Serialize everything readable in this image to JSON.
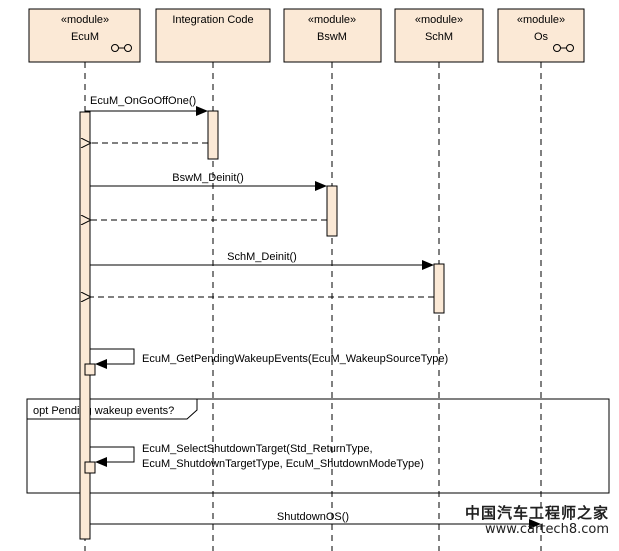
{
  "lifelines": [
    {
      "stereotype": "«module»",
      "name": "EcuM",
      "component_icon": true
    },
    {
      "stereotype": "",
      "name": "Integration Code",
      "component_icon": false
    },
    {
      "stereotype": "«module»",
      "name": "BswM",
      "component_icon": false
    },
    {
      "stereotype": "«module»",
      "name": "SchM",
      "component_icon": false
    },
    {
      "stereotype": "«module»",
      "name": "Os",
      "component_icon": true
    }
  ],
  "messages": [
    {
      "label": "EcuM_OnGoOffOne()",
      "from": "EcuM",
      "to": "Integration Code",
      "kind": "call"
    },
    {
      "label": "",
      "from": "Integration Code",
      "to": "EcuM",
      "kind": "return"
    },
    {
      "label": "BswM_Deinit()",
      "from": "EcuM",
      "to": "BswM",
      "kind": "call"
    },
    {
      "label": "",
      "from": "BswM",
      "to": "EcuM",
      "kind": "return"
    },
    {
      "label": "SchM_Deinit()",
      "from": "EcuM",
      "to": "SchM",
      "kind": "call"
    },
    {
      "label": "",
      "from": "SchM",
      "to": "EcuM",
      "kind": "return"
    },
    {
      "label": "EcuM_GetPendingWakeupEvents(EcuM_WakeupSourceType)",
      "from": "EcuM",
      "to": "EcuM",
      "kind": "self"
    },
    {
      "label": "EcuM_SelectShutdownTarget(Std_ReturnType,",
      "label_line2": "EcuM_ShutdownTargetType, EcuM_ShutdownModeType)",
      "from": "EcuM",
      "to": "EcuM",
      "kind": "self"
    },
    {
      "label": "ShutdownOS()",
      "from": "EcuM",
      "to": "Os",
      "kind": "call"
    }
  ],
  "fragment": {
    "label": "opt Pending wakeup events?"
  },
  "watermark": {
    "line1": "中国汽车工程师之家",
    "line2": "www.cartech8.com"
  },
  "colors": {
    "lifeline_fill": "#fbe9d6",
    "line": "#000000"
  }
}
